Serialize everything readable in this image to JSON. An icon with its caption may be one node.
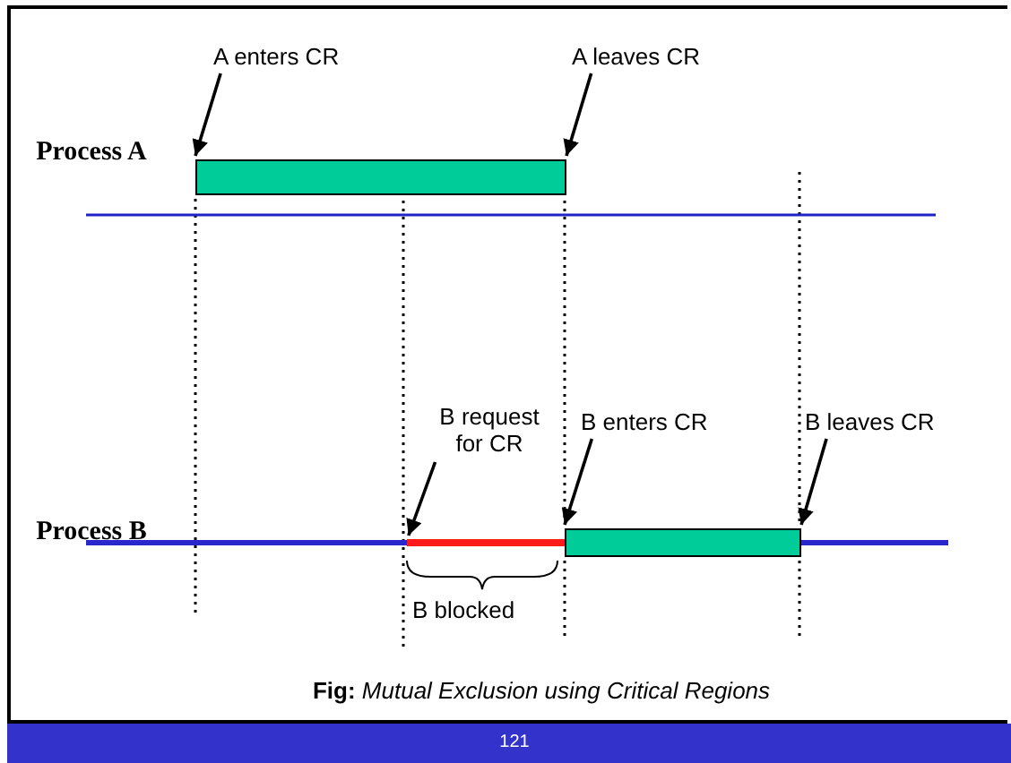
{
  "diagram": {
    "caption": "**Fig:** *Mutual Exclusion using Critical Regions*",
    "nodes": [
      {
        "text": [
          "A enters CR"
        ]
      },
      {
        "text": [
          "A leaves CR"
        ]
      },
      {
        "text": [],
        "shape": "bar"
      },
      {
        "text": [
          "B request for CR"
        ]
      },
      {
        "text": [
          "B enters CR"
        ]
      },
      {
        "text": [
          "B leaves CR"
        ]
      },
      {
        "text": [],
        "shape": "bar"
      },
      {
        "text": [],
        "shape": "line"
      }
    ],
    "edges": [
      {
        "from": 0,
        "to": 2,
        "arrow": "to"
      },
      {
        "from": 1,
        "to": 2,
        "arrow": "to"
      },
      {
        "from": 3,
        "to": 7,
        "arrow": "to"
      },
      {
        "from": 4,
        "to": 6,
        "arrow": "to"
      },
      {
        "from": 5,
        "to": 6,
        "arrow": "to"
      }
    ],
    "labels": [
      "Process A",
      "Process B",
      "B blocked",
      "121"
    ]
  }
}
